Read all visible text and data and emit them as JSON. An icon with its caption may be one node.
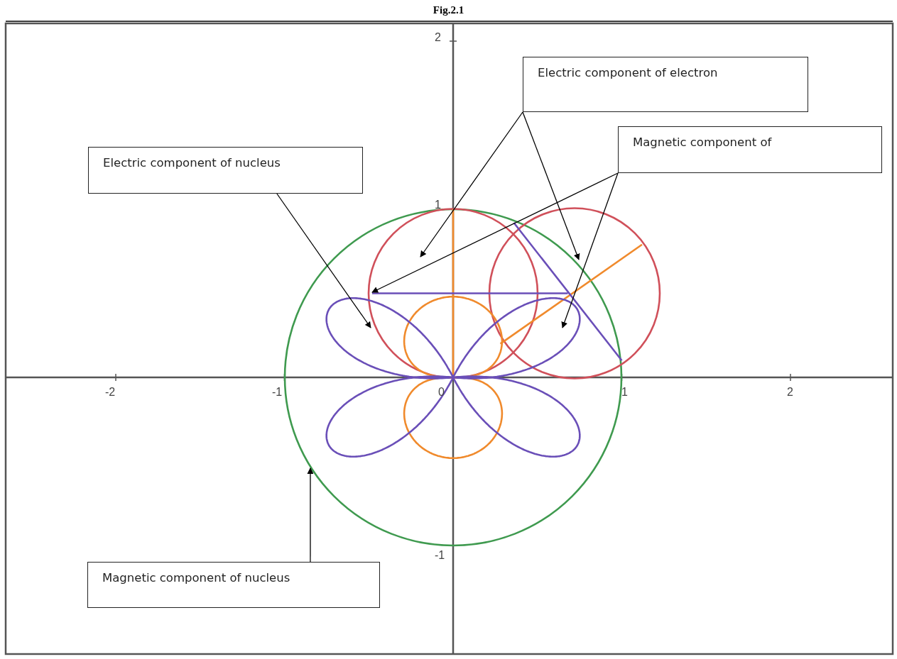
{
  "diagram": {
    "title": "Fig.2.1",
    "nodes": [
      {
        "text": [
          "Electric component of electron"
        ]
      },
      {
        "text": [
          "Magnetic component of"
        ]
      },
      {
        "text": [
          "Electric component of nucleus"
        ]
      },
      {
        "text": [
          "Magnetic component of nucleus"
        ]
      }
    ],
    "edges": [
      {
        "from": 0,
        "to": null,
        "arrow": "to"
      },
      {
        "from": 0,
        "to": null,
        "arrow": "to"
      },
      {
        "from": 1,
        "to": null,
        "arrow": "to"
      },
      {
        "from": 1,
        "to": null,
        "arrow": "to"
      },
      {
        "from": 2,
        "to": null,
        "arrow": "to"
      },
      {
        "from": 3,
        "to": null,
        "arrow": "to"
      }
    ],
    "labels": [
      "2",
      "1",
      "-2",
      "-1",
      "0",
      "1",
      "2",
      "-1"
    ]
  }
}
